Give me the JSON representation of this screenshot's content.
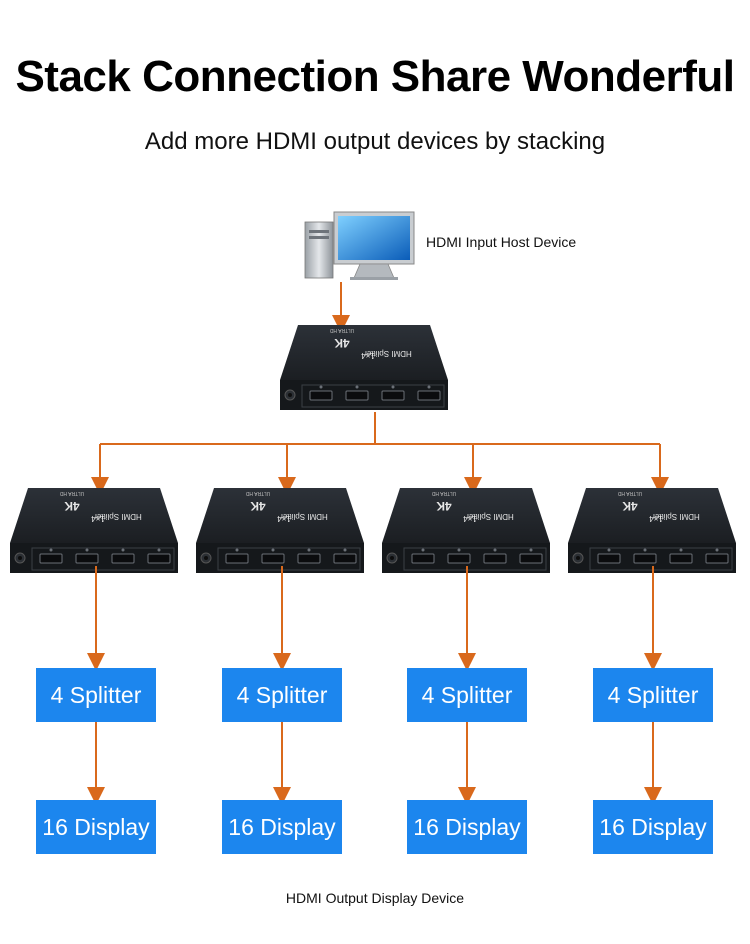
{
  "title": "Stack Connection Share Wonderful",
  "subtitle": "Add more HDMI output devices by stacking",
  "host_label": "HDMI Input Host Device",
  "bottom_label": "HDMI Output Display Device",
  "device": {
    "model_text": "HDMI Splitter",
    "ratio_text": "1×4",
    "badge_text": "4K",
    "sub_text": "ULTRA HD"
  },
  "columns": [
    {
      "splitter_label": "4 Splitter",
      "display_label": "16 Display"
    },
    {
      "splitter_label": "4 Splitter",
      "display_label": "16 Display"
    },
    {
      "splitter_label": "4 Splitter",
      "display_label": "16 Display"
    },
    {
      "splitter_label": "4 Splitter",
      "display_label": "16 Display"
    }
  ],
  "colors": {
    "arrow": "#d9691c",
    "box": "#1c86ee",
    "device_body": "#1e2227"
  }
}
